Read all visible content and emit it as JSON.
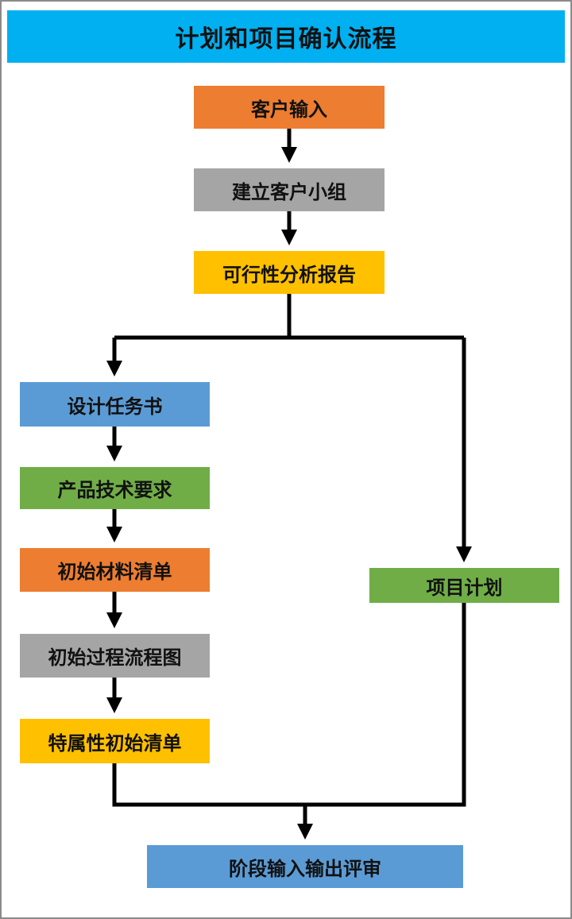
{
  "title": "计划和项目确认流程",
  "colors": {
    "title_bar": "#00b0f0",
    "orange": "#ed7d31",
    "gray": "#a5a5a5",
    "yellow": "#ffc000",
    "blue": "#5b9bd5",
    "green": "#70ad47",
    "connector": "#000000"
  },
  "nodes": {
    "customer_input": "客户输入",
    "customer_team": "建立客户小组",
    "feasibility_report": "可行性分析报告",
    "design_task": "设计任务书",
    "product_requirements": "产品技术要求",
    "initial_materials": "初始材料清单",
    "initial_process_flow": "初始过程流程图",
    "special_characteristics": "特属性初始清单",
    "project_plan": "项目计划",
    "phase_review": "阶段输入输出评审"
  },
  "edges": [
    [
      "customer_input",
      "customer_team"
    ],
    [
      "customer_team",
      "feasibility_report"
    ],
    [
      "feasibility_report",
      "design_task"
    ],
    [
      "feasibility_report",
      "project_plan"
    ],
    [
      "design_task",
      "product_requirements"
    ],
    [
      "product_requirements",
      "initial_materials"
    ],
    [
      "initial_materials",
      "initial_process_flow"
    ],
    [
      "initial_process_flow",
      "special_characteristics"
    ],
    [
      "special_characteristics",
      "phase_review"
    ],
    [
      "project_plan",
      "phase_review"
    ]
  ]
}
